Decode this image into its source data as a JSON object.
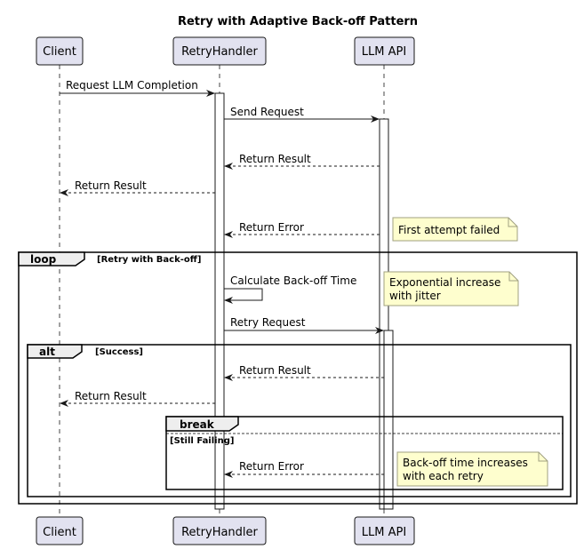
{
  "title": "Retry with Adaptive Back-off Pattern",
  "participants": [
    {
      "id": "client",
      "label": "Client"
    },
    {
      "id": "handler",
      "label": "RetryHandler"
    },
    {
      "id": "api",
      "label": "LLM API"
    }
  ],
  "messages": [
    {
      "from": "client",
      "to": "handler",
      "label": "Request LLM Completion",
      "style": "solid"
    },
    {
      "from": "handler",
      "to": "api",
      "label": "Send Request",
      "style": "solid"
    },
    {
      "from": "api",
      "to": "handler",
      "label": "Return Result",
      "style": "dashed"
    },
    {
      "from": "handler",
      "to": "client",
      "label": "Return Result",
      "style": "dashed"
    },
    {
      "from": "api",
      "to": "handler",
      "label": "Return Error",
      "style": "dashed"
    },
    {
      "from": "handler",
      "to": "handler",
      "label": "Calculate Back-off Time",
      "style": "self"
    },
    {
      "from": "handler",
      "to": "api",
      "label": "Retry Request",
      "style": "solid"
    },
    {
      "from": "api",
      "to": "handler",
      "label": "Return Result",
      "style": "dashed"
    },
    {
      "from": "handler",
      "to": "client",
      "label": "Return Result",
      "style": "dashed"
    },
    {
      "from": "api",
      "to": "handler",
      "label": "Return Error",
      "style": "dashed"
    }
  ],
  "fragments": [
    {
      "keyword": "loop",
      "condition": "[Retry with Back-off]"
    },
    {
      "keyword": "alt",
      "condition": "[Success]"
    },
    {
      "keyword": "break",
      "condition": "[Still Failing]"
    }
  ],
  "notes": [
    {
      "lines": [
        "First attempt failed"
      ]
    },
    {
      "lines": [
        "Exponential increase",
        "with jitter"
      ]
    },
    {
      "lines": [
        "Back-off time increases",
        "with each retry"
      ]
    }
  ],
  "colors": {
    "participant_fill": "#e2e2f0",
    "participant_stroke": "#181818",
    "note_fill": "#fefece",
    "note_stroke": "#a0a080",
    "lifeline": "#181818",
    "frame_tab": "#eeeeee"
  }
}
